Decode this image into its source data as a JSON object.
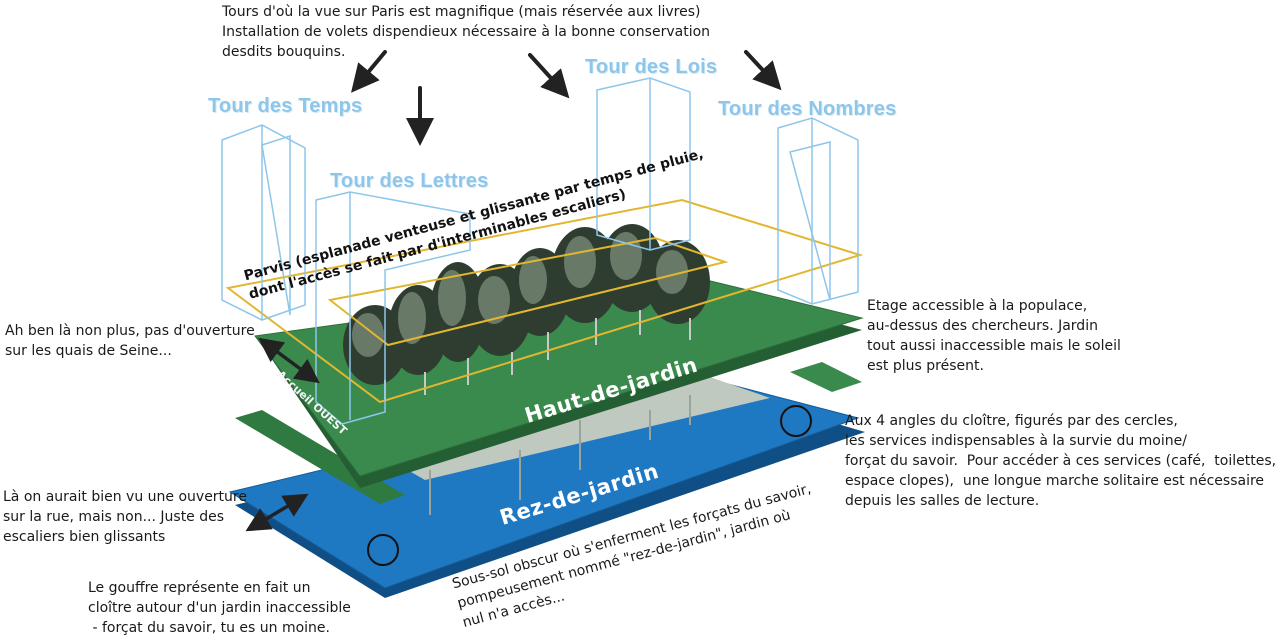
{
  "colors": {
    "garden_green": "#3b8a4d",
    "ground_blue": "#1f78c2",
    "tower_outline": "#8ec6ea",
    "parvis_outline": "#e3b62f",
    "trees": "#4e5f4e"
  },
  "towers": {
    "temps": "Tour des Temps",
    "lettres": "Tour des Lettres",
    "lois": "Tour des Lois",
    "nombres": "Tour des Nombres"
  },
  "levels": {
    "haut": "Haut-de-jardin",
    "rez": "Rez-de-jardin",
    "accueil": "Accueil OUEST"
  },
  "notes": {
    "top": "Tours d'où la vue sur Paris est magnifique (mais réservée aux livres)\nInstallation de volets dispendieux nécessaire à la bonne conservation\ndesdits bouquins.",
    "parvis": "Parvis (esplanade venteuse et glissante par temps de pluie,\ndont l'accès se fait par d'interminables escaliers)",
    "quais": "Ah ben là non plus, pas d'ouverture\nsur les quais de Seine...",
    "etage": "Etage accessible à la populace,\nau-dessus des chercheurs. Jardin\ntout aussi inaccessible mais le soleil\nest plus présent.",
    "angles": "Aux 4 angles du cloître, figurés par des cercles,\nles services indispensables à la survie du moine/\nforçat du savoir.  Pour accéder à ces services (café,  toilettes,\nespace clopes),  une longue marche solitaire est nécessaire\ndepuis les salles de lecture.",
    "rue": "Là on aurait bien vu une ouverture\nsur la rue, mais non... Juste des\nescaliers bien glissants",
    "gouffre": "Le gouffre représente en fait un\ncloître autour d'un jardin inaccessible\n - forçat du savoir, tu es un moine.",
    "soussol": "Sous-sol obscur où s'enferment les forçats du savoir,\npompeusement nommé \"rez-de-jardin\", jardin où\nnul n'a accès..."
  }
}
